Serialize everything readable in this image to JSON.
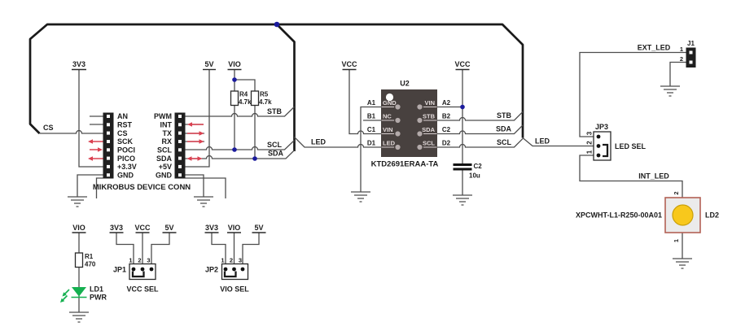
{
  "colors": {
    "wire": "#4d4d4d",
    "bus": "#1a1a1a",
    "junction_dot": "#1b1b9d",
    "arrow_red": "#da4050",
    "chip_body": "#48413f",
    "chip_pad": "#b3aaaa",
    "led_green": "#15b050",
    "led2_border": "#b26055",
    "led2_fill": "#ebebeb",
    "led2_circle": "#f8c81c"
  },
  "power": {
    "v3v3": "3V3",
    "v5": "5V",
    "vio": "VIO",
    "vcc": "VCC"
  },
  "nets": {
    "cs": "CS",
    "stb": "STB",
    "scl": "SCL",
    "sda": "SDA",
    "led": "LED",
    "ext_led": "EXT_LED",
    "int_led": "INT_LED"
  },
  "mikrobus": {
    "caption": "MIKROBUS DEVICE CONN",
    "left_pins": [
      "AN",
      "RST",
      "CS",
      "SCK",
      "POCI",
      "PICO",
      "+3.3V",
      "GND"
    ],
    "right_pins": [
      "PWM",
      "INT",
      "TX",
      "RX",
      "SCL",
      "SDA",
      "+5V",
      "GND"
    ]
  },
  "resistors": {
    "r4": {
      "ref": "R4",
      "value": "4.7k"
    },
    "r5": {
      "ref": "R5",
      "value": "4.7k"
    },
    "r1": {
      "ref": "R1",
      "value": "470"
    }
  },
  "u2": {
    "ref": "U2",
    "part": "KTD2691ERAA-TA",
    "left_designators": [
      "A1",
      "B1",
      "C1",
      "D1"
    ],
    "left_names": [
      "GND",
      "NC",
      "VIN",
      "LED"
    ],
    "right_designators": [
      "A2",
      "B2",
      "C2",
      "D2"
    ],
    "right_names": [
      "VIN",
      "STB",
      "SDA",
      "SCL"
    ]
  },
  "c2": {
    "ref": "C2",
    "value": "10u"
  },
  "jp1": {
    "ref": "JP1",
    "label": "VCC SEL",
    "pin_numbers": [
      "1",
      "2",
      "3"
    ],
    "nets": [
      "3V3",
      "VCC",
      "5V"
    ]
  },
  "jp2": {
    "ref": "JP2",
    "label": "VIO SEL",
    "pin_numbers": [
      "1",
      "2",
      "3"
    ],
    "nets": [
      "3V3",
      "VIO",
      "5V"
    ]
  },
  "jp3": {
    "ref": "JP3",
    "label": "LED SEL",
    "pin_numbers": [
      "1",
      "2",
      "3"
    ]
  },
  "j1": {
    "ref": "J1",
    "pin_numbers": [
      "1",
      "2"
    ]
  },
  "ld1": {
    "ref": "LD1",
    "label": "PWR"
  },
  "ld2": {
    "ref": "LD2",
    "part": "XPCWHT-L1-R250-00A01",
    "pin_numbers": [
      "1",
      "2"
    ]
  }
}
